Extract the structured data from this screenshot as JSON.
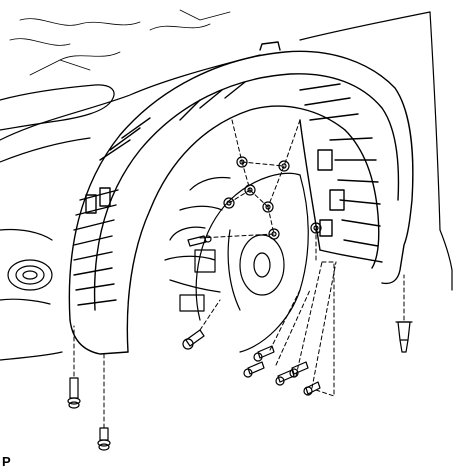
{
  "figure": {
    "corner_label": "P"
  },
  "colors": {
    "ink": "#000000",
    "paper": "#ffffff"
  },
  "parts": {
    "clip_icon": "push-clip",
    "bolt_icon": "flange-bolt",
    "screw_icon": "tapping-screw"
  }
}
